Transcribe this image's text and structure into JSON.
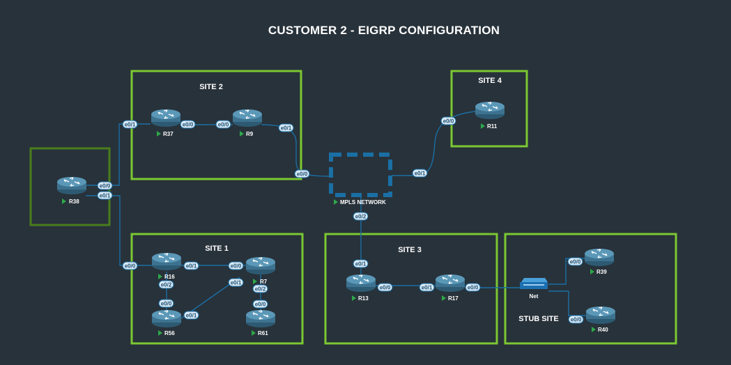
{
  "title": "CUSTOMER 2 - EIGRP CONFIGURATION",
  "colors": {
    "background": "#28323a",
    "site_border": "#7cc832",
    "hub_border": "#4a7d1e",
    "link": "#1a6fa5",
    "mpls": "#1a6fa5",
    "port_bg": "#dbeaf6"
  },
  "sites": {
    "site2": "SITE 2",
    "site4": "SITE 4",
    "site1": "SITE 1",
    "site3": "SITE 3",
    "stub": "STUB SITE"
  },
  "devices": {
    "R38": "R38",
    "R37": "R37",
    "R9": "R9",
    "R11": "R11",
    "R16": "R16",
    "R7": "R7",
    "R56": "R56",
    "R61": "R61",
    "R13": "R13",
    "R17": "R17",
    "R39": "R39",
    "R40": "R40",
    "mpls": "MPLS NETWORK",
    "net": "Net"
  },
  "ports": {
    "r38_e00": "e0/0",
    "r38_e01": "e0/1",
    "r37_e01": "e0/1",
    "r37_e00": "e0/0",
    "r9_e00": "e0/0",
    "r9_e01": "e0/1",
    "mpls_e00": "e0/0",
    "mpls_e01": "e0/1",
    "mpls_e02": "e0/2",
    "r11_e00": "e0/0",
    "r16_e00": "e0/0",
    "r16_e01": "e0/1",
    "r16_e02": "e0/2",
    "r7_e00": "e0/0",
    "r7_e01": "e0/1",
    "r7_e02": "e0/2",
    "r56_e00": "e0/0",
    "r56_e01": "e0/1",
    "r61_e00": "e0/0",
    "r13_e01": "e0/1",
    "r13_e00": "e0/0",
    "r17_e01": "e0/1",
    "r17_e00": "e0/0",
    "r39_e00": "e0/0",
    "r40_e00": "e0/0"
  }
}
